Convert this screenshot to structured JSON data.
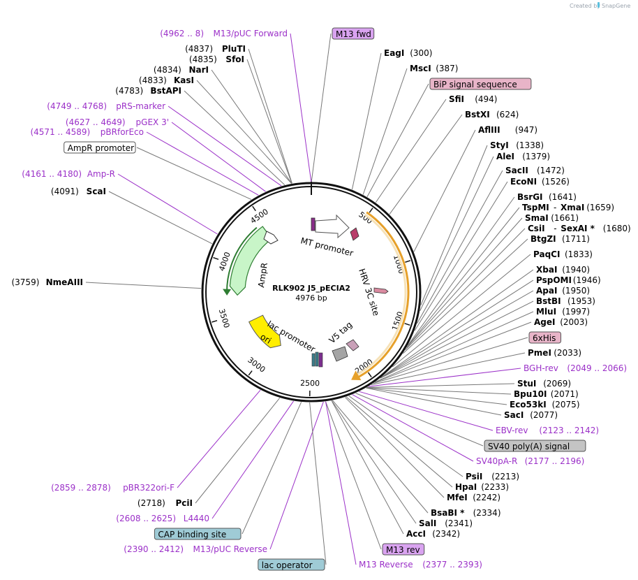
{
  "credit": {
    "created_by": "Created by",
    "brand": "SnapGene"
  },
  "plasmid": {
    "name": "RLK902 J5_pECIA2",
    "size": "4976 bp",
    "length": 4976
  },
  "colors": {
    "primer": "#9b30c8",
    "line": "#777777",
    "feature_purple_box": "#d9a3f0",
    "feature_pink_box": "#e8b4c8",
    "feature_gray_box": "#c4c4c4",
    "feature_teal_box": "#9fcbd6",
    "ampr_fill": "#c8f5c8",
    "ampr_edge": "#2e7d32",
    "orange_arc": "#e6a02a",
    "ori_fill": "#ffee00"
  },
  "ticks": [
    "500",
    "1000",
    "1500",
    "2000",
    "2500",
    "3000",
    "3500",
    "4000",
    "4500"
  ],
  "inner_features": [
    {
      "label": "MT promoter"
    },
    {
      "label": "HRV 3C site"
    },
    {
      "label": "V5 tag"
    },
    {
      "label": "lac promoter"
    },
    {
      "label": "AmpR"
    },
    {
      "label": "ori"
    }
  ],
  "right_labels": [
    {
      "kind": "feature",
      "name": "M13 fwd",
      "box": "purple",
      "pos": 1
    },
    {
      "kind": "site",
      "name": "EagI",
      "num": "(300)",
      "pos": 300
    },
    {
      "kind": "site",
      "name": "MscI",
      "num": "(387)",
      "pos": 387
    },
    {
      "kind": "feature",
      "name": "BiP signal sequence",
      "box": "pink",
      "pos": 420
    },
    {
      "kind": "site",
      "name": "SfiI",
      "num": "(494)",
      "pos": 494
    },
    {
      "kind": "site",
      "name": "BstXI",
      "num": "(624)",
      "pos": 624
    },
    {
      "kind": "site",
      "name": "AflIII",
      "num": "(947)",
      "pos": 947
    },
    {
      "kind": "site",
      "name": "StyI",
      "num": "(1338)",
      "pos": 1338
    },
    {
      "kind": "site",
      "name": "AleI",
      "num": "(1379)",
      "pos": 1379
    },
    {
      "kind": "site",
      "name": "SacII",
      "num": "(1472)",
      "pos": 1472
    },
    {
      "kind": "site",
      "name": "EcoNI",
      "num": "(1526)",
      "pos": 1526
    },
    {
      "kind": "site",
      "name": "BsrGI",
      "num": "(1641)",
      "pos": 1641
    },
    {
      "kind": "site",
      "name": "TspMI",
      "name2": "XmaI",
      "num": "(1659)",
      "pos": 1659
    },
    {
      "kind": "site",
      "name": "SmaI",
      "num": "(1661)",
      "pos": 1661
    },
    {
      "kind": "site",
      "name": "CsiI",
      "name2": "SexAI *",
      "num": "(1680)",
      "pos": 1680
    },
    {
      "kind": "site",
      "name": "BtgZI",
      "num": "(1711)",
      "pos": 1711
    },
    {
      "kind": "site",
      "name": "PaqCI",
      "num": "(1833)",
      "pos": 1833
    },
    {
      "kind": "site",
      "name": "XbaI",
      "num": "(1940)",
      "pos": 1940
    },
    {
      "kind": "site",
      "name": "PspOMI",
      "num": "(1946)",
      "pos": 1946
    },
    {
      "kind": "site",
      "name": "ApaI",
      "num": "(1950)",
      "pos": 1950
    },
    {
      "kind": "site",
      "name": "BstBI",
      "num": "(1953)",
      "pos": 1953
    },
    {
      "kind": "site",
      "name": "MluI",
      "num": "(1997)",
      "pos": 1997
    },
    {
      "kind": "site",
      "name": "AgeI",
      "num": "(2003)",
      "pos": 2003
    },
    {
      "kind": "feature",
      "name": "6xHis",
      "box": "pink",
      "pos": 2015
    },
    {
      "kind": "site",
      "name": "PmeI",
      "num": "(2033)",
      "pos": 2033
    },
    {
      "kind": "primer",
      "name": "BGH-rev",
      "num": "(2049 .. 2066)",
      "pos": 2057
    },
    {
      "kind": "site",
      "name": "StuI",
      "num": "(2069)",
      "pos": 2069
    },
    {
      "kind": "site",
      "name": "Bpu10I",
      "num": "(2071)",
      "pos": 2071
    },
    {
      "kind": "site",
      "name": "Eco53kI",
      "num": "(2075)",
      "pos": 2075
    },
    {
      "kind": "site",
      "name": "SacI",
      "num": "(2077)",
      "pos": 2077
    },
    {
      "kind": "primer",
      "name": "EBV-rev",
      "num": "(2123 .. 2142)",
      "pos": 2132
    },
    {
      "kind": "feature",
      "name": "SV40 poly(A) signal",
      "box": "gray",
      "pos": 2160
    },
    {
      "kind": "primer",
      "name": "SV40pA-R",
      "num": "(2177 .. 2196)",
      "pos": 2186
    },
    {
      "kind": "site",
      "name": "PsiI",
      "num": "(2213)",
      "pos": 2213
    },
    {
      "kind": "site",
      "name": "HpaI",
      "num": "(2233)",
      "pos": 2233
    },
    {
      "kind": "site",
      "name": "MfeI",
      "num": "(2242)",
      "pos": 2242
    },
    {
      "kind": "site",
      "name": "BsaBI *",
      "num": "(2334)",
      "pos": 2334
    },
    {
      "kind": "site",
      "name": "SalI",
      "num": "(2341)",
      "pos": 2341
    },
    {
      "kind": "site",
      "name": "AccI",
      "num": "(2342)",
      "pos": 2342
    },
    {
      "kind": "feature",
      "name": "M13 rev",
      "box": "purple",
      "pos": 2385
    },
    {
      "kind": "primer",
      "name": "M13 Reverse",
      "num": "(2377 .. 2393)",
      "pos": 2385
    }
  ],
  "left_labels": [
    {
      "kind": "primer",
      "name": "M13/pUC Forward",
      "num": "(4962 .. 8)",
      "pos": 4975
    },
    {
      "kind": "site",
      "name": "PluTI",
      "num": "(4837)",
      "pos": 4837
    },
    {
      "kind": "site",
      "name": "SfoI",
      "num": "(4835)",
      "pos": 4835
    },
    {
      "kind": "site",
      "name": "NarI",
      "num": "(4834)",
      "pos": 4834
    },
    {
      "kind": "site",
      "name": "KasI",
      "num": "(4833)",
      "pos": 4833
    },
    {
      "kind": "site",
      "name": "BstAPI",
      "num": "(4783)",
      "pos": 4783
    },
    {
      "kind": "primer",
      "name": "pRS-marker",
      "num": "(4749 .. 4768)",
      "pos": 4758
    },
    {
      "kind": "primer",
      "name": "pGEX 3'",
      "num": "(4627 .. 4649)",
      "pos": 4638
    },
    {
      "kind": "primer",
      "name": "pBRforEco",
      "num": "(4571 .. 4589)",
      "pos": 4580
    },
    {
      "kind": "feature",
      "name": "AmpR promoter",
      "box": "white",
      "pos": 4520
    },
    {
      "kind": "primer",
      "name": "Amp-R",
      "num": "(4161 .. 4180)",
      "pos": 4170
    },
    {
      "kind": "site",
      "name": "ScaI",
      "num": "(4091)",
      "pos": 4091
    },
    {
      "kind": "site",
      "name": "NmeAIII",
      "num": "(3759)",
      "pos": 3759
    },
    {
      "kind": "primer",
      "name": "pBR322ori-F",
      "num": "(2859 .. 2878)",
      "pos": 2868
    },
    {
      "kind": "site",
      "name": "PciI",
      "num": "(2718)",
      "pos": 2718
    },
    {
      "kind": "primer",
      "name": "L4440",
      "num": "(2608 .. 2625)",
      "pos": 2616
    },
    {
      "kind": "feature",
      "name": "CAP binding site",
      "box": "teal",
      "pos": 2560
    },
    {
      "kind": "primer",
      "name": "M13/pUC Reverse",
      "num": "(2390 .. 2412)",
      "pos": 2401
    },
    {
      "kind": "feature",
      "name": "lac operator",
      "box": "teal",
      "pos": 2500
    }
  ]
}
